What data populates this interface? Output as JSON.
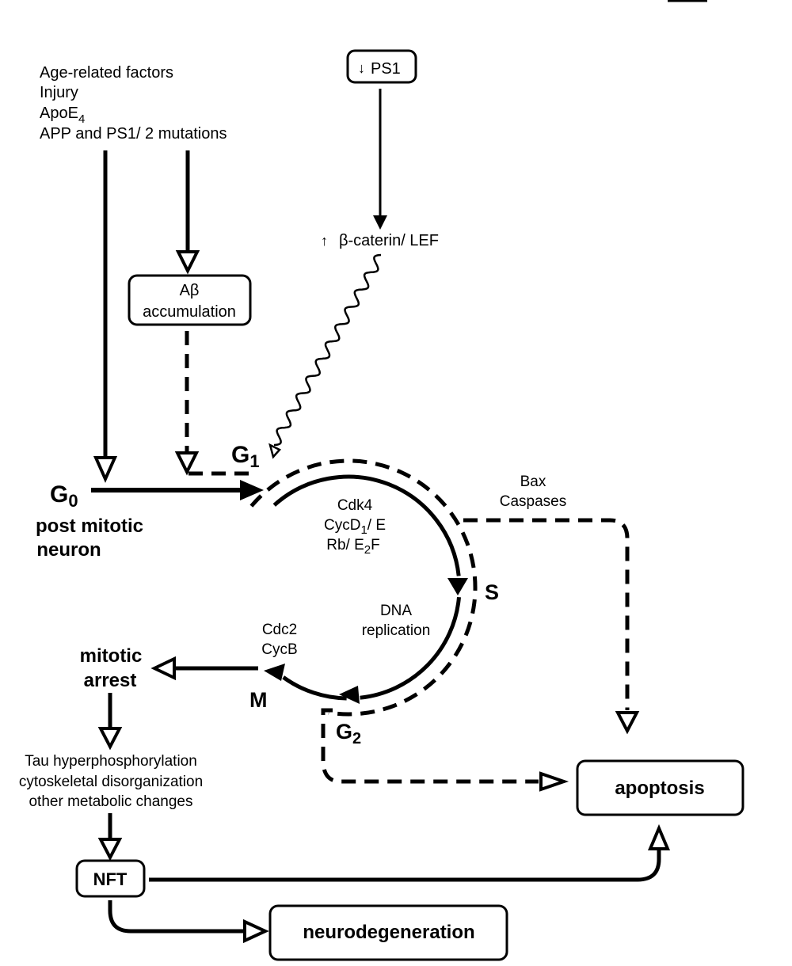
{
  "risk_factors": [
    "Age-related factors",
    "Injury",
    "ApoE",
    "APP and PS1/ 2 mutations"
  ],
  "risk_factor_apoe_subscript": "4",
  "ps1_box": {
    "arrow": "↓",
    "label": "PS1"
  },
  "beta_catenin": {
    "arrow": "↑",
    "label": "β-caterin/ LEF"
  },
  "abeta_box": {
    "line1": "Aβ",
    "line2": "accumulation"
  },
  "phases": {
    "g0": {
      "letter": "G",
      "sub": "0"
    },
    "g1": {
      "letter": "G",
      "sub": "1"
    },
    "g2": {
      "letter": "G",
      "sub": "2"
    },
    "s": "S",
    "m": "M"
  },
  "post_mitotic": {
    "line1": "post mitotic",
    "line2": "neuron"
  },
  "g1_factors": {
    "line1": "Cdk4",
    "line2_a": "CycD",
    "line2_sub": "1",
    "line2_b": "/ E",
    "line3_a": "Rb/ E",
    "line3_sub": "2",
    "line3_b": "F"
  },
  "s_phase_label": {
    "line1": "DNA",
    "line2": "replication"
  },
  "m_factors": {
    "line1": "Cdc2",
    "line2": "CycB"
  },
  "apoptosis_factors": {
    "line1": "Bax",
    "line2": "Caspases"
  },
  "mitotic_arrest": {
    "line1": "mitotic",
    "line2": "arrest"
  },
  "consequences": [
    "Tau hyperphosphorylation",
    "cytoskeletal disorganization",
    "other metabolic changes"
  ],
  "nft_box": "NFT",
  "apoptosis_box": "apoptosis",
  "neurodegeneration_box": "neurodegeneration"
}
